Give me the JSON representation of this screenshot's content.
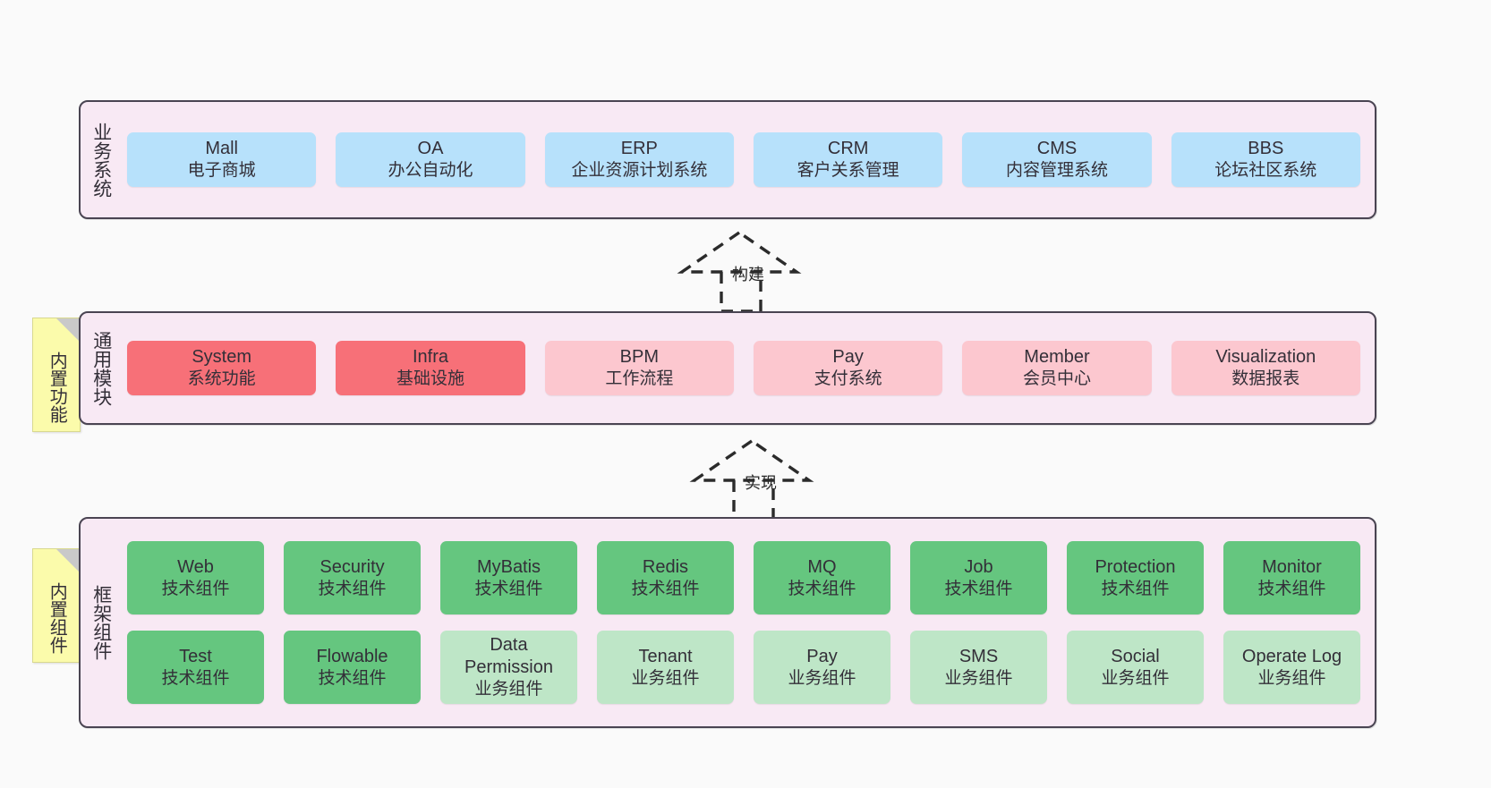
{
  "diagram": {
    "title": "业务系统 / 通用模块 / 框架组件 架构图",
    "colors": {
      "canvas_bg": "#fafafa",
      "layer_bg": "#f8e9f4",
      "layer_border": "#4a4452",
      "blue": "#b7e1fb",
      "red": "#f77078",
      "pink": "#fcc7cf",
      "green": "#65c67f",
      "light_green": "#bee6c7",
      "note_yellow": "#fbfbab",
      "note_fold": "#c9c9c9",
      "text": "#332f38"
    }
  },
  "layers": [
    {
      "id": "business-systems",
      "title": "业务系统",
      "rows": [
        {
          "cards": [
            {
              "name": "Mall",
              "sub": "电子商城",
              "color": "blue"
            },
            {
              "name": "OA",
              "sub": "办公自动化",
              "color": "blue"
            },
            {
              "name": "ERP",
              "sub": "企业资源计划系统",
              "color": "blue"
            },
            {
              "name": "CRM",
              "sub": "客户关系管理",
              "color": "blue"
            },
            {
              "name": "CMS",
              "sub": "内容管理系统",
              "color": "blue"
            },
            {
              "name": "BBS",
              "sub": "论坛社区系统",
              "color": "blue"
            }
          ]
        }
      ]
    },
    {
      "id": "common-modules",
      "title": "通用模块",
      "note": "内置功能",
      "rows": [
        {
          "cards": [
            {
              "name": "System",
              "sub": "系统功能",
              "color": "red"
            },
            {
              "name": "Infra",
              "sub": "基础设施",
              "color": "red"
            },
            {
              "name": "BPM",
              "sub": "工作流程",
              "color": "pink"
            },
            {
              "name": "Pay",
              "sub": "支付系统",
              "color": "pink"
            },
            {
              "name": "Member",
              "sub": "会员中心",
              "color": "pink"
            },
            {
              "name": "Visualization",
              "sub": "数据报表",
              "color": "pink"
            }
          ]
        }
      ]
    },
    {
      "id": "framework-components",
      "title": "框架组件",
      "note": "内置组件",
      "rows": [
        {
          "cards": [
            {
              "name": "Web",
              "sub": "技术组件",
              "color": "green"
            },
            {
              "name": "Security",
              "sub": "技术组件",
              "color": "green"
            },
            {
              "name": "MyBatis",
              "sub": "技术组件",
              "color": "green"
            },
            {
              "name": "Redis",
              "sub": "技术组件",
              "color": "green"
            },
            {
              "name": "MQ",
              "sub": "技术组件",
              "color": "green"
            },
            {
              "name": "Job",
              "sub": "技术组件",
              "color": "green"
            },
            {
              "name": "Protection",
              "sub": "技术组件",
              "color": "green"
            },
            {
              "name": "Monitor",
              "sub": "技术组件",
              "color": "green"
            }
          ]
        },
        {
          "cards": [
            {
              "name": "Test",
              "sub": "技术组件",
              "color": "green"
            },
            {
              "name": "Flowable",
              "sub": "技术组件",
              "color": "green"
            },
            {
              "name": "Data\nPermission",
              "sub": "业务组件",
              "color": "lgreen"
            },
            {
              "name": "Tenant",
              "sub": "业务组件",
              "color": "lgreen"
            },
            {
              "name": "Pay",
              "sub": "业务组件",
              "color": "lgreen"
            },
            {
              "name": "SMS",
              "sub": "业务组件",
              "color": "lgreen"
            },
            {
              "name": "Social",
              "sub": "业务组件",
              "color": "lgreen"
            },
            {
              "name": "Operate Log",
              "sub": "业务组件",
              "color": "lgreen"
            }
          ]
        }
      ]
    }
  ],
  "connectors": [
    {
      "id": "build",
      "label": "构建",
      "from": "common-modules",
      "to": "business-systems",
      "style": "dashed-generalization"
    },
    {
      "id": "implement",
      "label": "实现",
      "from": "framework-components",
      "to": "common-modules",
      "style": "dashed-generalization"
    }
  ]
}
